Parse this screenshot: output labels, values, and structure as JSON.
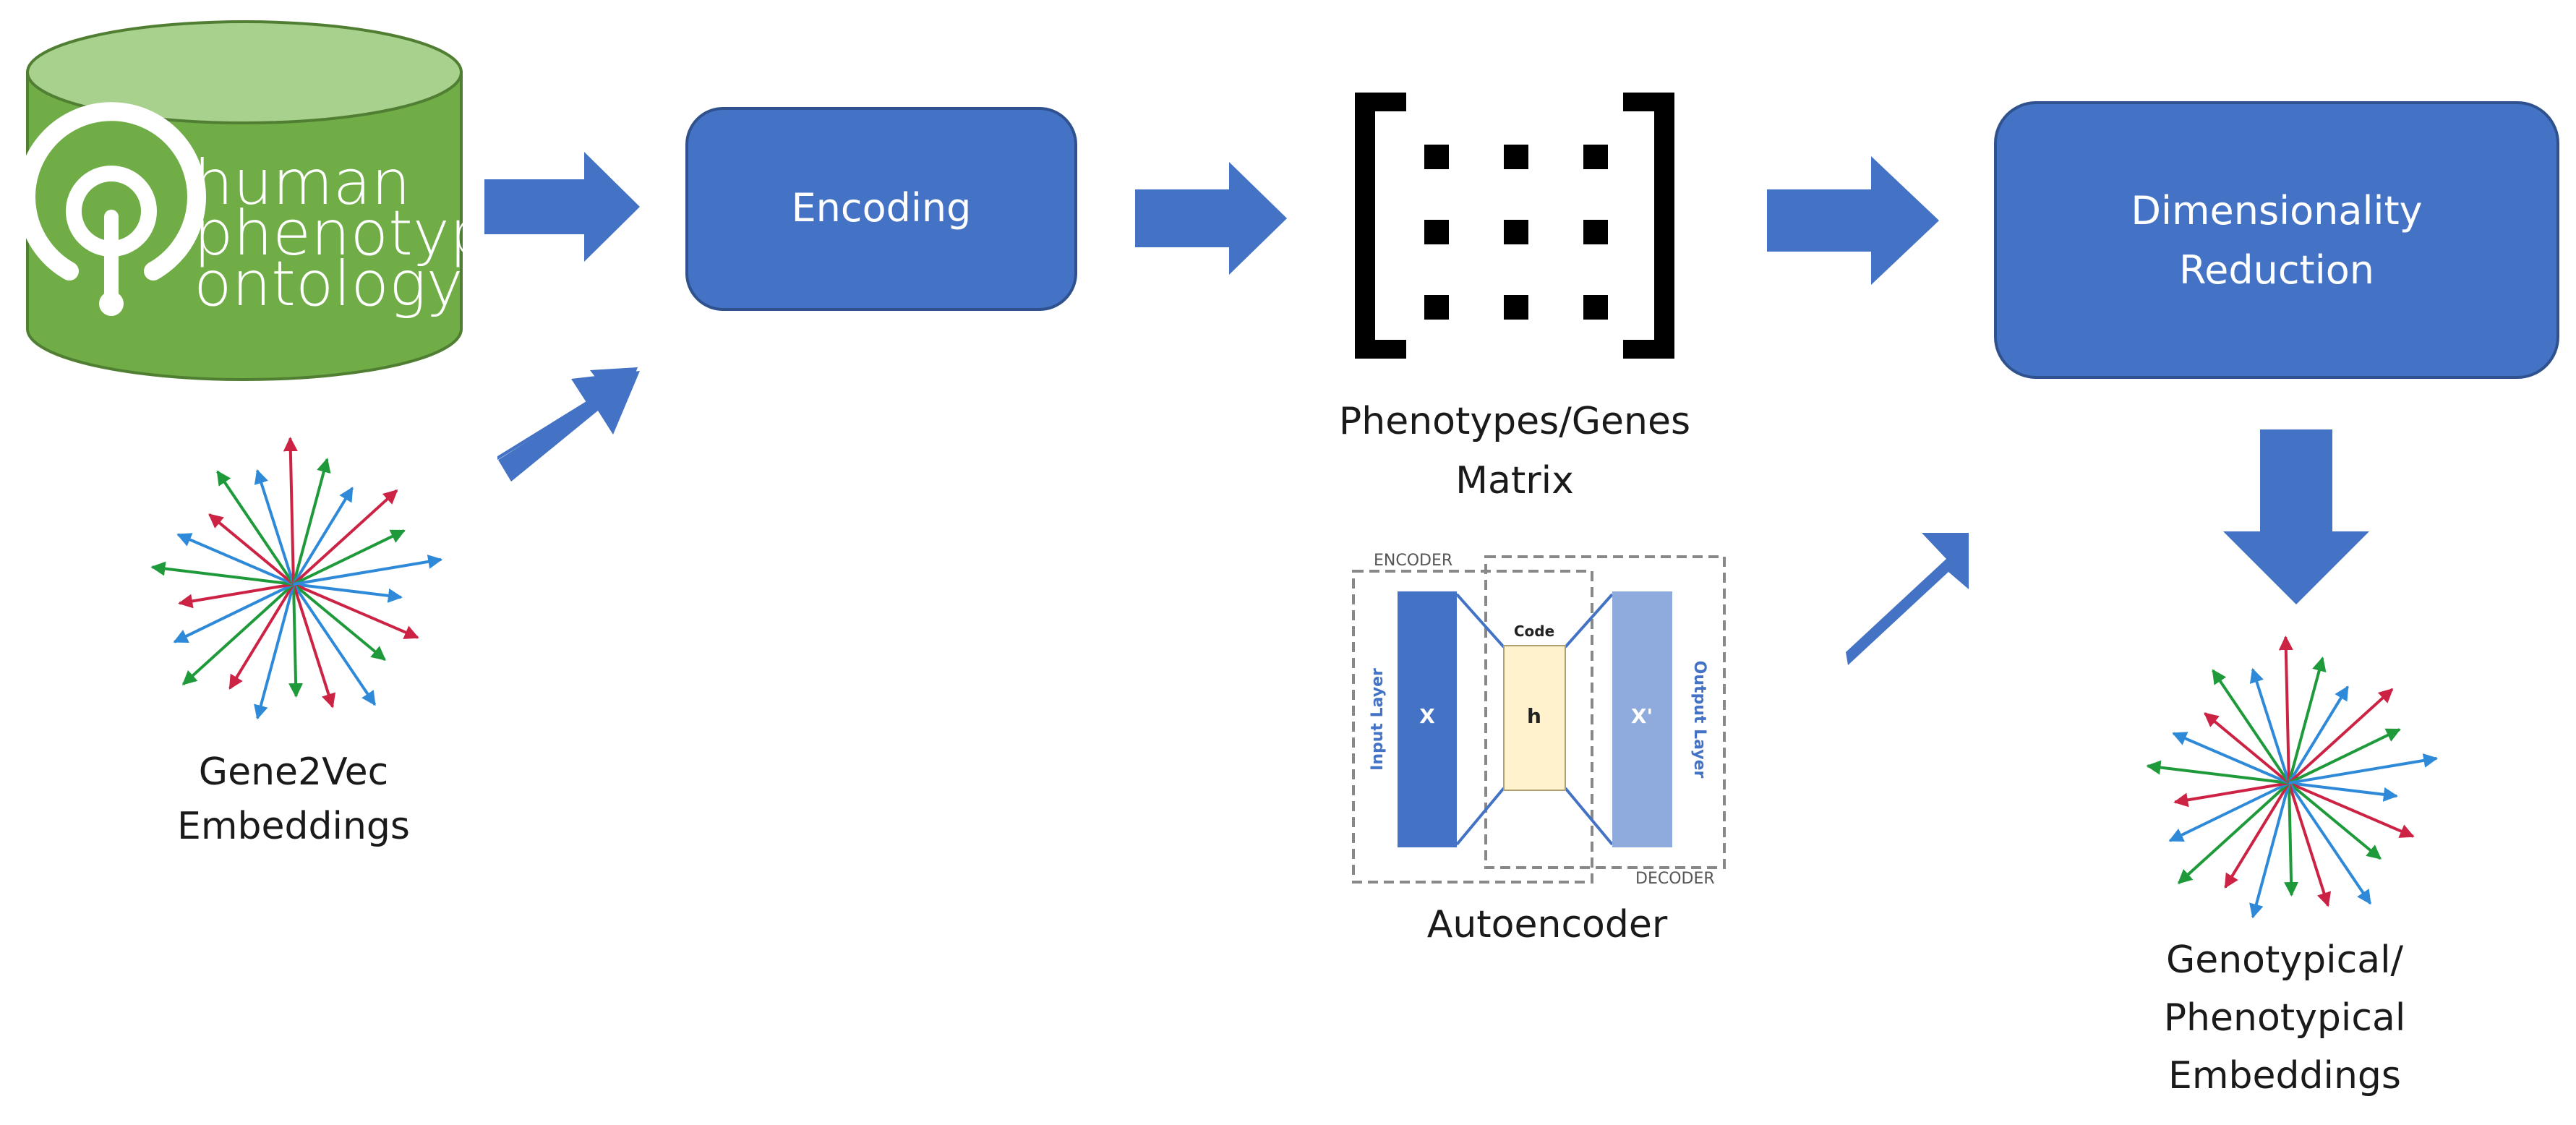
{
  "colors": {
    "process_box": "#4472c4",
    "arrow": "#4472c4",
    "database": "#70ad47",
    "database_top": "#a9d18e",
    "vec_blue": "#2e8ad8",
    "vec_red": "#cc2244",
    "vec_green": "#1e9a3a",
    "input_layer": "#4472c4",
    "code_layer": "#fff2cc",
    "output_layer": "#8faadc"
  },
  "hpo_logo": {
    "line1": "human",
    "line2": "phenotype",
    "line3": "ontology",
    "icon": "hpo-target-icon"
  },
  "nodes": {
    "encoding": "Encoding",
    "dim_reduction_line1": "Dimensionality",
    "dim_reduction_line2": "Reduction"
  },
  "labels": {
    "gene2vec_line1": "Gene2Vec",
    "gene2vec_line2": "Embeddings",
    "matrix_line1": "Phenotypes/Genes",
    "matrix_line2": "Matrix",
    "autoencoder": "Autoencoder",
    "output_line1": "Genotypical/",
    "output_line2": "Phenotypical",
    "output_line3": "Embeddings"
  },
  "autoencoder": {
    "encoder": "ENCODER",
    "decoder": "DECODER",
    "code": "Code",
    "input_layer": "Input Layer",
    "output_layer": "Output Layer",
    "x": "X",
    "h": "h",
    "x_prime": "X'"
  },
  "matrix": {
    "rows": 3,
    "cols": 3
  }
}
